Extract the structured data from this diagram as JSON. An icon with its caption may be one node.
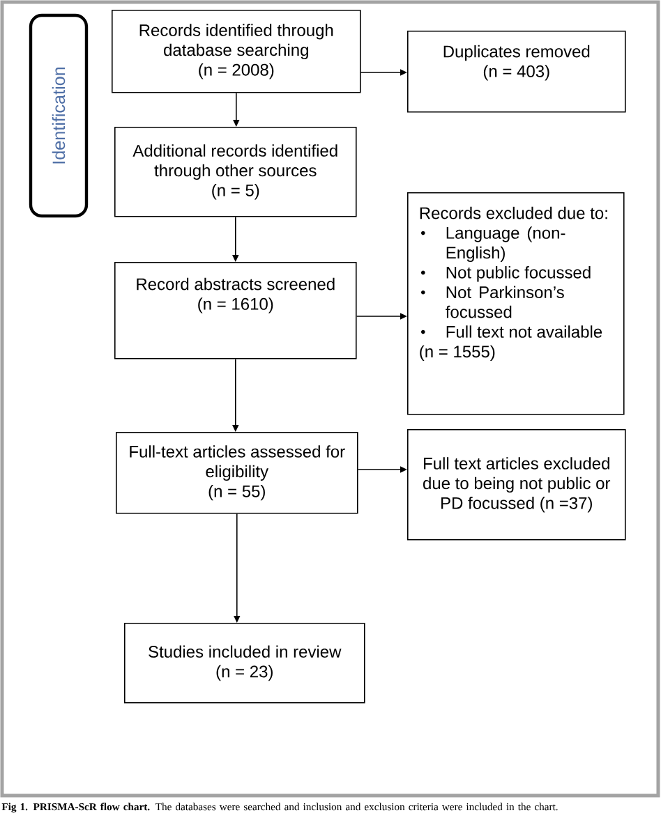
{
  "diagram": {
    "caption": "**Fig 1. PRISMA-ScR flow chart.** The databases were searched and inclusion and exclusion criteria were included in the chart.",
    "nodes": [
      {
        "text": [
          "Identification"
        ]
      },
      {
        "text": [
          "Records identified through database searching",
          "(n = 2008)"
        ]
      },
      {
        "text": [
          "Duplicates removed",
          "(n = 403)"
        ]
      },
      {
        "text": [
          "Additional records identified through other sources",
          "(n = 5)"
        ]
      },
      {
        "text": [
          "Record abstracts screened",
          "(n = 1610)"
        ]
      },
      {
        "text": [
          "Records excluded due to:",
          "Language (non-English)",
          "Not public focussed",
          "Not Parkinson’s focussed",
          "Full text not available",
          "(n = 1555)"
        ]
      },
      {
        "text": [
          "Full-text articles assessed for eligibility",
          "(n = 55)"
        ]
      },
      {
        "text": [
          "Full text articles excluded due to being not public or PD focussed (n =37)"
        ]
      },
      {
        "text": [
          "Studies included in review",
          "(n = 23)"
        ]
      }
    ],
    "edges": [
      {
        "from": 1,
        "to": 2,
        "arrow": "to"
      },
      {
        "from": 1,
        "to": 3,
        "arrow": "to"
      },
      {
        "from": 3,
        "to": 4,
        "arrow": "to"
      },
      {
        "from": 4,
        "to": 5,
        "arrow": "to"
      },
      {
        "from": 4,
        "to": 6,
        "arrow": "to"
      },
      {
        "from": 6,
        "to": 7,
        "arrow": "to"
      },
      {
        "from": 6,
        "to": 8,
        "arrow": "to"
      }
    ]
  }
}
